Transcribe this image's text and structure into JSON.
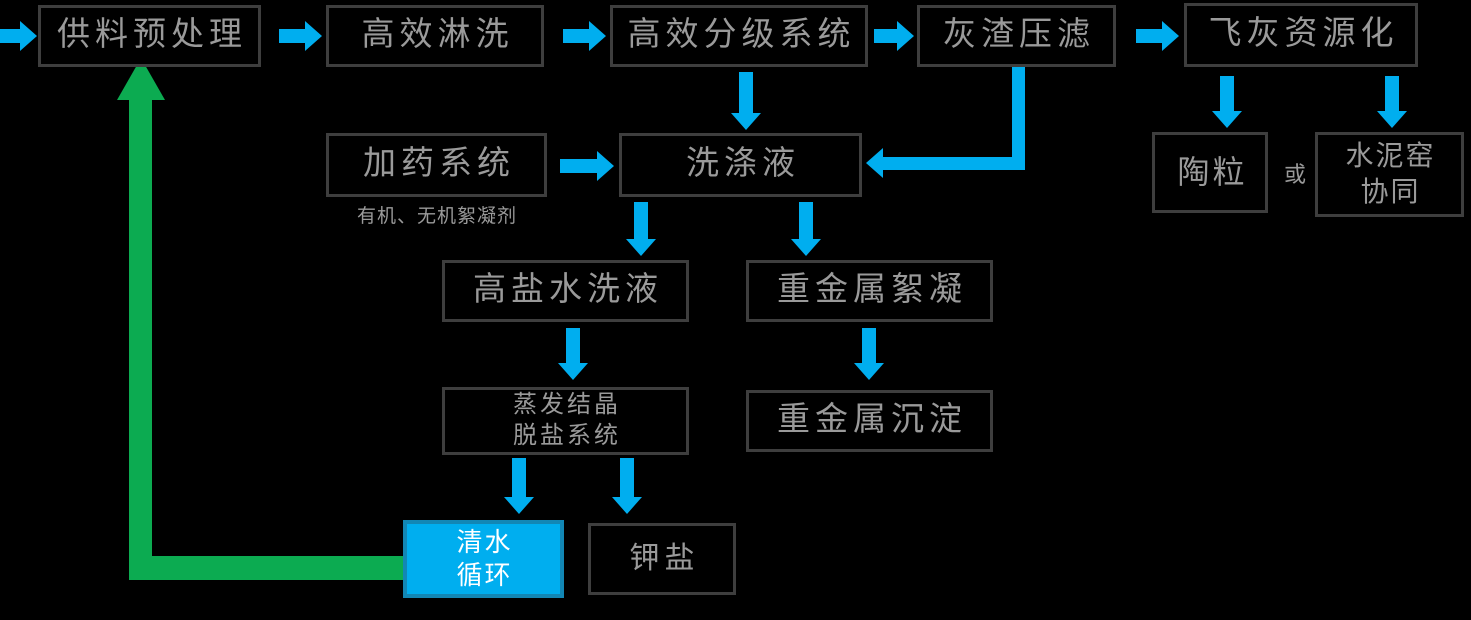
{
  "diagram": {
    "title_hint": "fly-ash washing process flowchart",
    "nodes": {
      "feed_pretreatment": {
        "label": "供料预处理"
      },
      "efficient_rinsing": {
        "label": "高效淋洗"
      },
      "classification_system": {
        "label": "高效分级系统"
      },
      "ash_filter_press": {
        "label": "灰渣压滤"
      },
      "fly_ash_recycling": {
        "label": "飞灰资源化"
      },
      "dosing_system": {
        "label": "加药系统",
        "note": "有机、无机絮凝剂"
      },
      "washing_liquid": {
        "label": "洗涤液"
      },
      "ceramsite": {
        "label": "陶粒"
      },
      "or": {
        "label": "或"
      },
      "cement_kiln": {
        "line1": "水泥窑",
        "line2": "协同"
      },
      "high_salt_wash": {
        "label": "高盐水洗液"
      },
      "heavy_metal_flocculation": {
        "label": "重金属絮凝"
      },
      "evaporation_desalting": {
        "line1": "蒸发结晶",
        "line2": "脱盐系统"
      },
      "heavy_metal_precipitation": {
        "label": "重金属沉淀"
      },
      "clean_water_cycle": {
        "line1": "清水",
        "line2": "循环"
      },
      "potassium_salt": {
        "label": "钾盐"
      }
    },
    "flow": [
      {
        "from": "input",
        "to": "feed_pretreatment"
      },
      {
        "from": "feed_pretreatment",
        "to": "efficient_rinsing"
      },
      {
        "from": "efficient_rinsing",
        "to": "classification_system"
      },
      {
        "from": "classification_system",
        "to": "ash_filter_press"
      },
      {
        "from": "ash_filter_press",
        "to": "fly_ash_recycling"
      },
      {
        "from": "classification_system",
        "to": "washing_liquid"
      },
      {
        "from": "ash_filter_press",
        "to": "washing_liquid"
      },
      {
        "from": "dosing_system",
        "to": "washing_liquid"
      },
      {
        "from": "fly_ash_recycling",
        "to": "ceramsite"
      },
      {
        "from": "fly_ash_recycling",
        "to": "cement_kiln"
      },
      {
        "from": "washing_liquid",
        "to": "high_salt_wash"
      },
      {
        "from": "washing_liquid",
        "to": "heavy_metal_flocculation"
      },
      {
        "from": "high_salt_wash",
        "to": "evaporation_desalting"
      },
      {
        "from": "heavy_metal_flocculation",
        "to": "heavy_metal_precipitation"
      },
      {
        "from": "evaporation_desalting",
        "to": "clean_water_cycle"
      },
      {
        "from": "evaporation_desalting",
        "to": "potassium_salt"
      },
      {
        "from": "clean_water_cycle",
        "to": "feed_pretreatment",
        "style": "green-recycle"
      }
    ],
    "colors": {
      "background": "#000000",
      "box-border": "#3E3E3E",
      "box-text": "#9A9A9A",
      "arrow-blue": "#00AEEF",
      "recycle-green": "#0CAB51",
      "highlight-fill": "#00AEEF",
      "highlight-border": "#1287B5",
      "highlight-text": "#FFFFFF"
    }
  }
}
